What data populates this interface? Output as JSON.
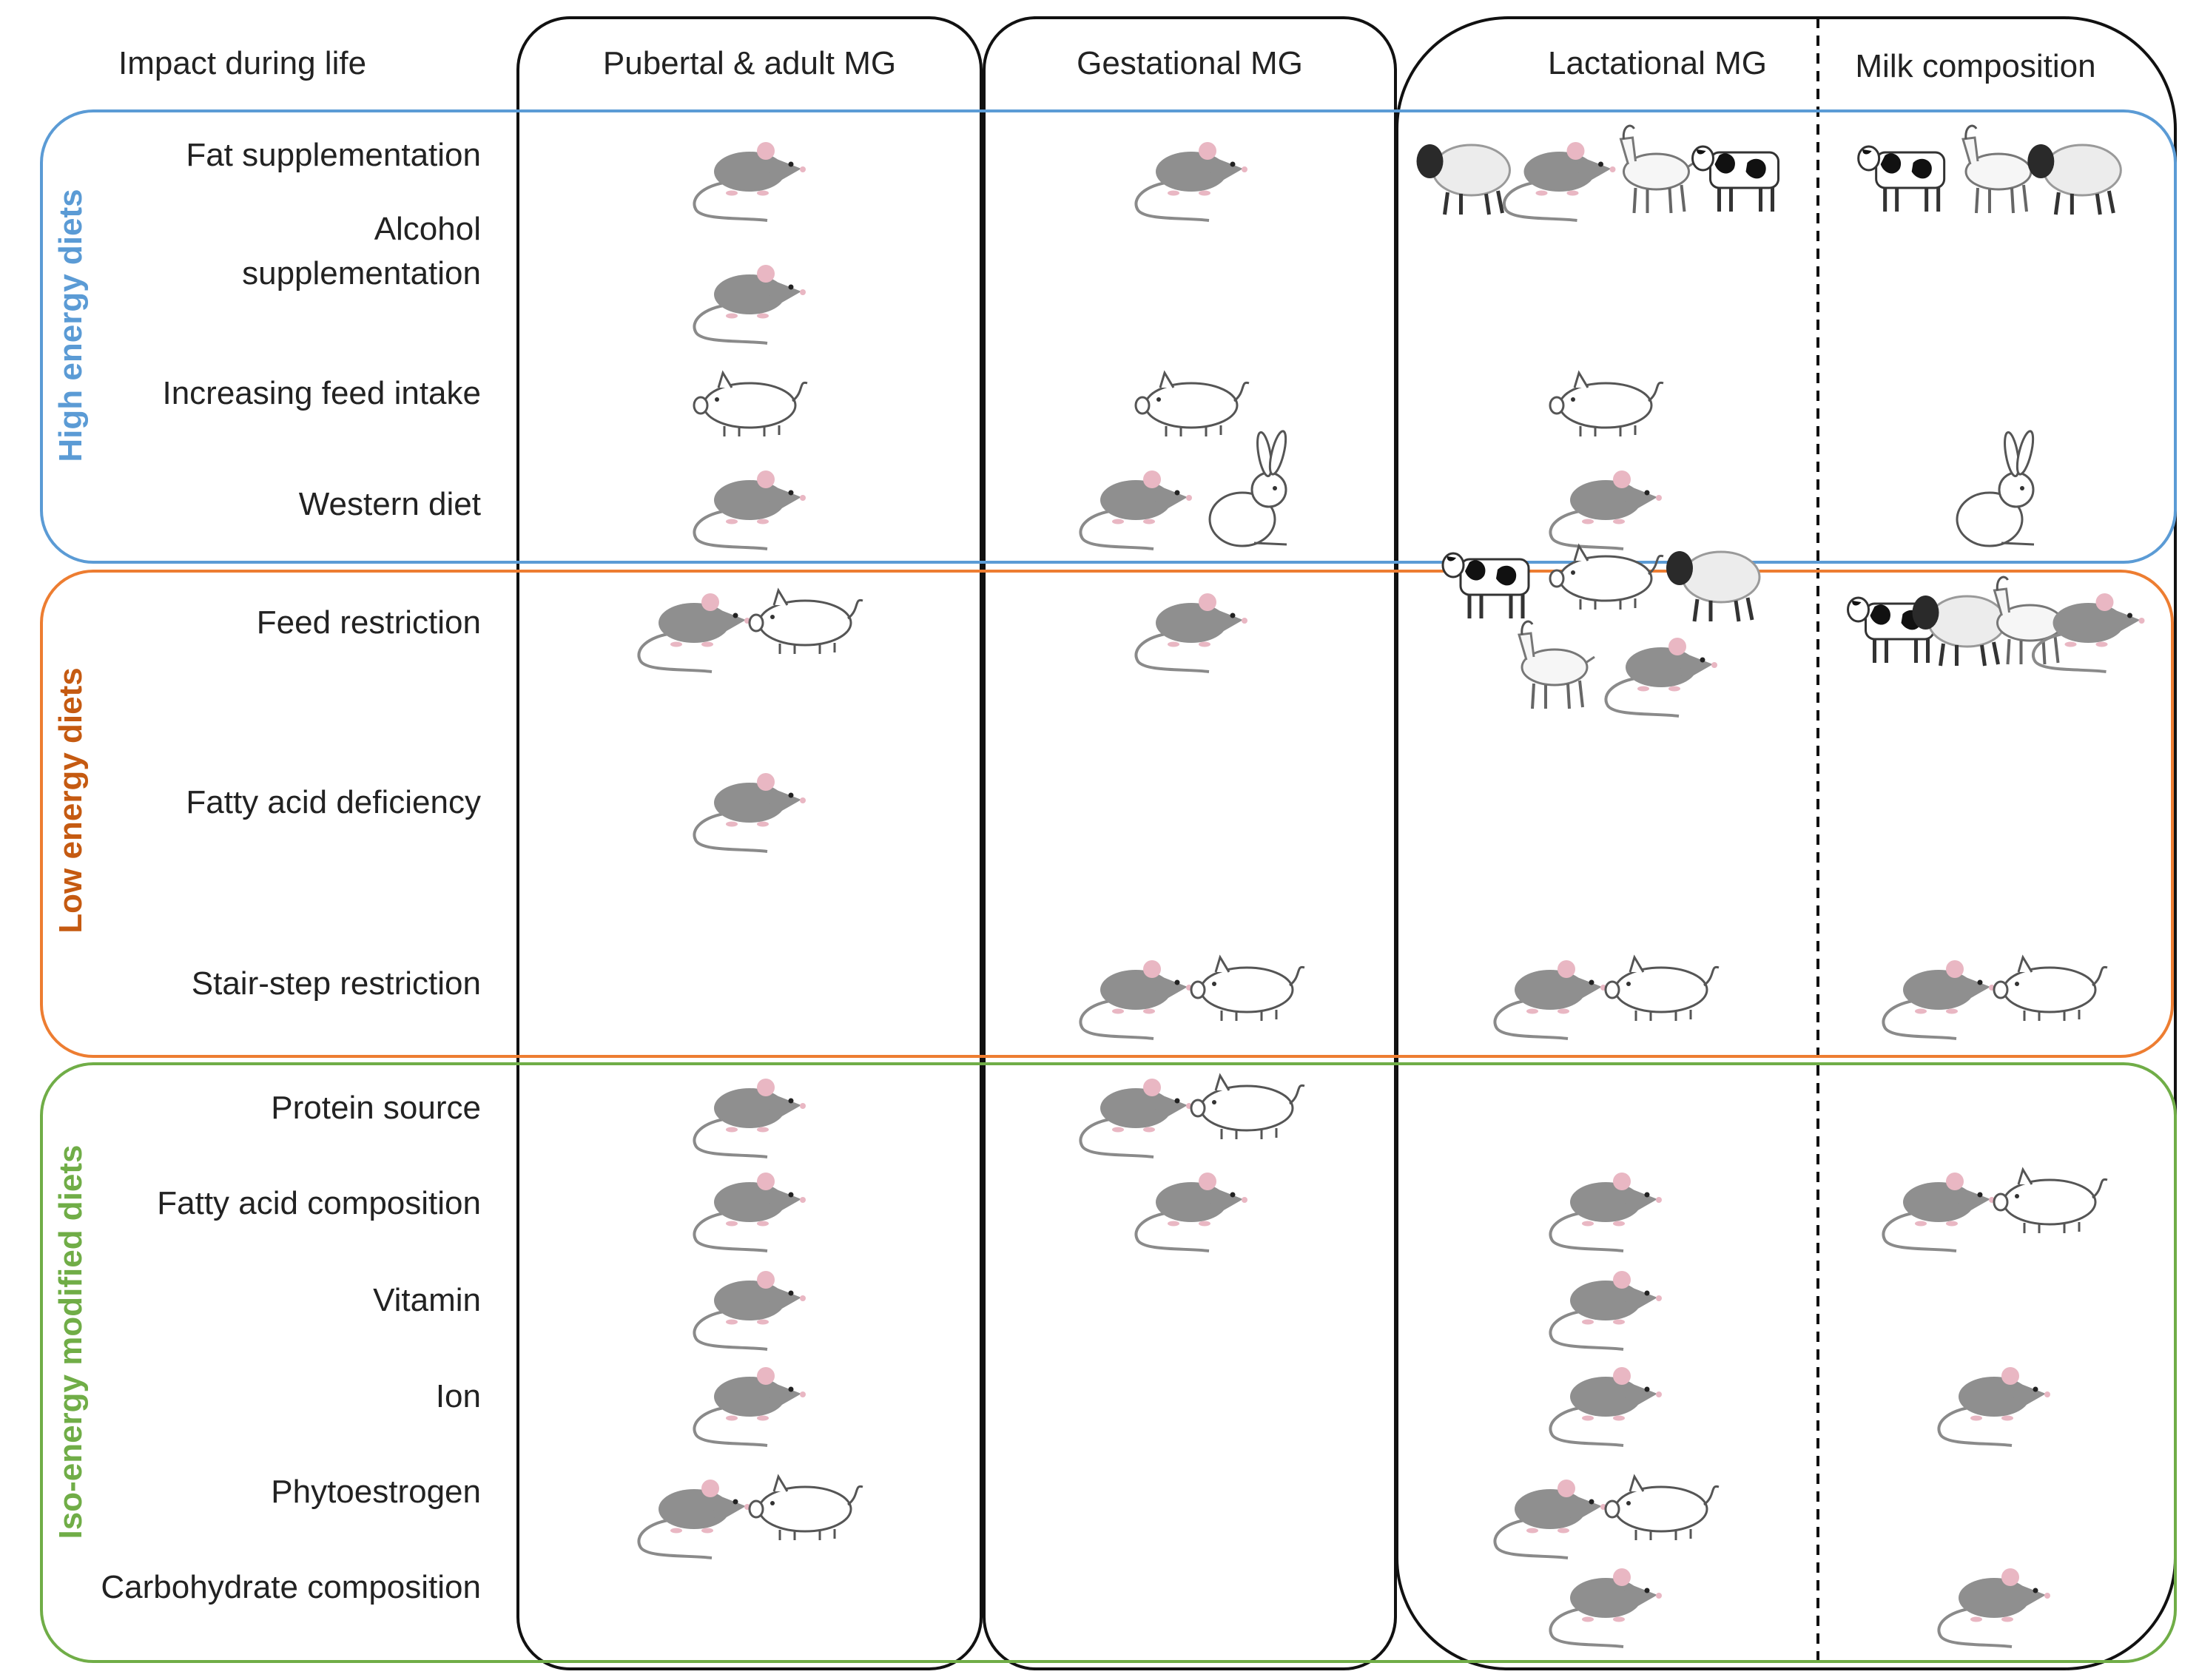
{
  "header": {
    "impact_label": "Impact during life",
    "columns": [
      {
        "id": "pub",
        "label": "Pubertal  & adult MG"
      },
      {
        "id": "gest",
        "label": "Gestational MG"
      },
      {
        "id": "lact",
        "label": "Lactational MG"
      },
      {
        "id": "milk",
        "label": "Milk composition"
      }
    ]
  },
  "groups": [
    {
      "title": "High energy diets",
      "color": "#5b9bd5",
      "rows": [
        {
          "label_lines": [
            "Fat supplementation"
          ],
          "cells": {
            "pub": [
              "mouse"
            ],
            "gest": [
              "mouse"
            ],
            "lact": [
              "sheep",
              "mouse",
              "goat",
              "cow"
            ],
            "milk": [
              "cow",
              "goat",
              "sheep"
            ]
          }
        },
        {
          "label_lines": [
            "Alcohol",
            "supplementation"
          ],
          "cells": {
            "pub": [
              "mouse"
            ],
            "gest": [],
            "lact": [],
            "milk": []
          }
        },
        {
          "label_lines": [
            "Increasing feed intake"
          ],
          "cells": {
            "pub": [
              "pig"
            ],
            "gest": [
              "pig"
            ],
            "lact": [
              "pig"
            ],
            "milk": []
          }
        },
        {
          "label_lines": [
            "Western diet"
          ],
          "cells": {
            "pub": [
              "mouse"
            ],
            "gest": [
              "mouse",
              "rabbit"
            ],
            "lact": [
              "mouse"
            ],
            "milk": [
              "rabbit"
            ]
          }
        }
      ]
    },
    {
      "title": "Low energy diets",
      "color": "#ed7d31",
      "rows": [
        {
          "label_lines": [
            "Feed restriction"
          ],
          "cells": {
            "pub": [
              "mouse",
              "pig"
            ],
            "gest": [
              "mouse"
            ],
            "lact": [
              "cow",
              "pig",
              "sheep",
              "goat",
              "mouse"
            ],
            "milk": [
              "cow",
              "sheep",
              "goat",
              "mouse"
            ]
          }
        },
        {
          "label_lines": [
            "Fatty acid deficiency"
          ],
          "cells": {
            "pub": [
              "mouse"
            ],
            "gest": [],
            "lact": [],
            "milk": []
          }
        },
        {
          "label_lines": [
            "Stair-step restriction"
          ],
          "cells": {
            "pub": [],
            "gest": [
              "mouse",
              "pig"
            ],
            "lact": [
              "mouse",
              "pig"
            ],
            "milk": [
              "mouse",
              "pig"
            ]
          }
        }
      ]
    },
    {
      "title": "Iso-energy modified diets",
      "color": "#70ad47",
      "rows": [
        {
          "label_lines": [
            "Protein  source"
          ],
          "cells": {
            "pub": [
              "mouse"
            ],
            "gest": [
              "mouse",
              "pig"
            ],
            "lact": [],
            "milk": []
          }
        },
        {
          "label_lines": [
            "Fatty acid composition"
          ],
          "cells": {
            "pub": [
              "mouse"
            ],
            "gest": [
              "mouse"
            ],
            "lact": [
              "mouse"
            ],
            "milk": [
              "mouse",
              "pig"
            ]
          }
        },
        {
          "label_lines": [
            "Vitamin"
          ],
          "cells": {
            "pub": [
              "mouse"
            ],
            "gest": [],
            "lact": [
              "mouse"
            ],
            "milk": []
          }
        },
        {
          "label_lines": [
            "Ion"
          ],
          "cells": {
            "pub": [
              "mouse"
            ],
            "gest": [],
            "lact": [
              "mouse"
            ],
            "milk": [
              "mouse"
            ]
          }
        },
        {
          "label_lines": [
            "Phytoestrogen"
          ],
          "cells": {
            "pub": [
              "mouse",
              "pig"
            ],
            "gest": [],
            "lact": [
              "mouse",
              "pig"
            ],
            "milk": []
          }
        },
        {
          "label_lines": [
            "Carbohydrate composition"
          ],
          "cells": {
            "pub": [],
            "gest": [],
            "lact": [
              "mouse"
            ],
            "milk": [
              "mouse"
            ]
          }
        }
      ]
    }
  ]
}
